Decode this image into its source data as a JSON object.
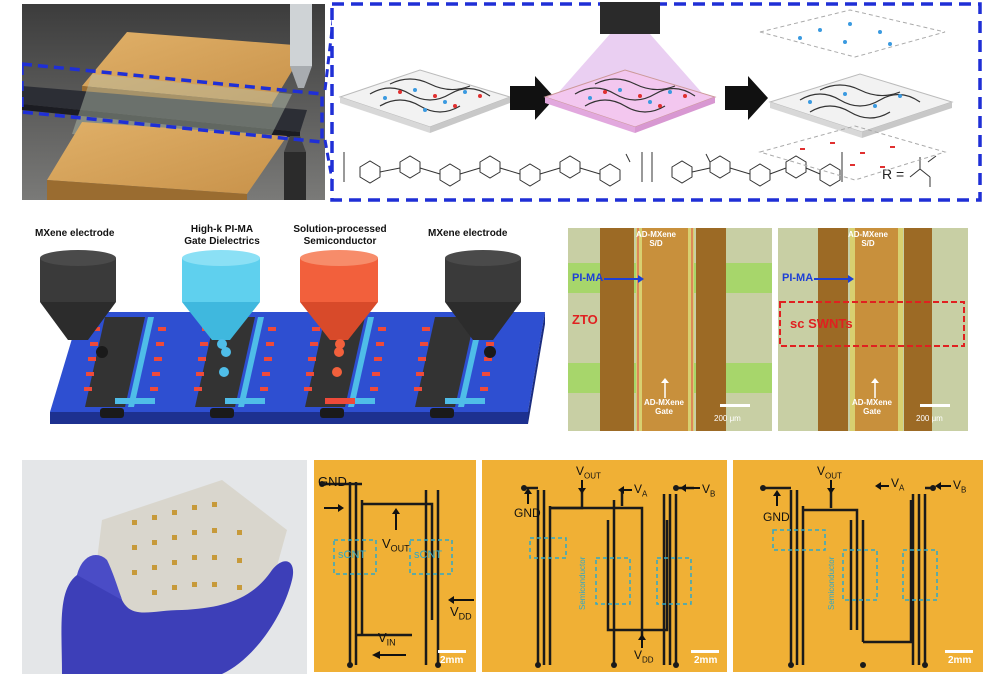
{
  "row1": {
    "chem_r_label": "R ="
  },
  "row2": {
    "nozzles": [
      {
        "label": "MXene electrode"
      },
      {
        "label_line1": "High-k PI-MA",
        "label_line2": "Gate Dielectrics"
      },
      {
        "label_line1": "Solution-processed",
        "label_line2": "Semiconductor"
      },
      {
        "label": "MXene electrode"
      }
    ],
    "micro_left": {
      "top_label_1": "AD-MXene",
      "top_label_2": "S/D",
      "pima": "PI-MA",
      "material": "ZTO",
      "gate_1": "AD-MXene",
      "gate_2": "Gate",
      "scale": "200 μm"
    },
    "micro_right": {
      "top_label_1": "AD-MXene",
      "top_label_2": "S/D",
      "pima": "PI-MA",
      "material": "sc SWNTs",
      "gate_1": "AD-MXene",
      "gate_2": "Gate",
      "scale": "200 μm"
    },
    "colors": {
      "pima_blue": "#1d3fd6",
      "material_red": "#e02020",
      "substrate_blue": "#2e4fd1",
      "nozzle_cyan": "#5fd0ee",
      "nozzle_red": "#f2603c"
    }
  },
  "row3": {
    "circuit1": {
      "gnd": "GND",
      "vout": "V",
      "vout_sub": "OUT",
      "vdd": "V",
      "vdd_sub": "DD",
      "vin": "V",
      "vin_sub": "IN",
      "scnt_left": "sCNT",
      "scnt_right": "sCNT",
      "scale": "2mm"
    },
    "circuit2": {
      "vout": "V",
      "vout_sub": "OUT",
      "va": "V",
      "va_sub": "A",
      "vb": "V",
      "vb_sub": "B",
      "gnd": "GND",
      "vdd": "V",
      "vdd_sub": "DD",
      "semi": "Semiconductor",
      "scale": "2mm"
    },
    "circuit3": {
      "vout": "V",
      "vout_sub": "OUT",
      "va": "V",
      "va_sub": "A",
      "vb": "V",
      "vb_sub": "B",
      "gnd": "GND",
      "semi": "Semiconductor",
      "scale": "2mm"
    },
    "colors": {
      "orange_bg": "#f0b035",
      "trace": "#1a1a1a",
      "cyan_box": "#2fa8c8",
      "glove": "#3d3fb8"
    }
  }
}
